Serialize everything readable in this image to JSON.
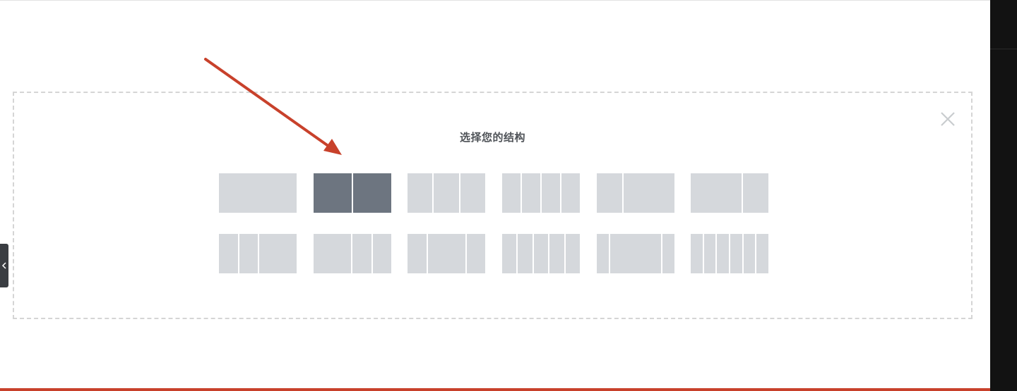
{
  "panel": {
    "title": "选择您的结构"
  },
  "presets": [
    {
      "id": "1",
      "cols": [
        100
      ],
      "selected": false
    },
    {
      "id": "2",
      "cols": [
        50,
        50
      ],
      "selected": true
    },
    {
      "id": "3",
      "cols": [
        33,
        33,
        33
      ],
      "selected": false
    },
    {
      "id": "4",
      "cols": [
        25,
        25,
        25,
        25
      ],
      "selected": false
    },
    {
      "id": "5",
      "cols": [
        33,
        67
      ],
      "selected": false
    },
    {
      "id": "6",
      "cols": [
        67,
        33
      ],
      "selected": false
    },
    {
      "id": "7",
      "cols": [
        25,
        25,
        50
      ],
      "selected": false
    },
    {
      "id": "8",
      "cols": [
        50,
        25,
        25
      ],
      "selected": false
    },
    {
      "id": "9",
      "cols": [
        25,
        50,
        25
      ],
      "selected": false
    },
    {
      "id": "10",
      "cols": [
        20,
        20,
        20,
        20,
        20
      ],
      "selected": false
    },
    {
      "id": "11",
      "cols": [
        16,
        67,
        16
      ],
      "selected": false
    },
    {
      "id": "12",
      "cols": [
        16,
        16,
        16,
        16,
        16,
        16
      ],
      "selected": false
    }
  ],
  "colors": {
    "accent_bar": "#c8412b",
    "arrow": "#c8412b",
    "preset_default": "#d5d8dc",
    "preset_selected": "#6d7580"
  }
}
